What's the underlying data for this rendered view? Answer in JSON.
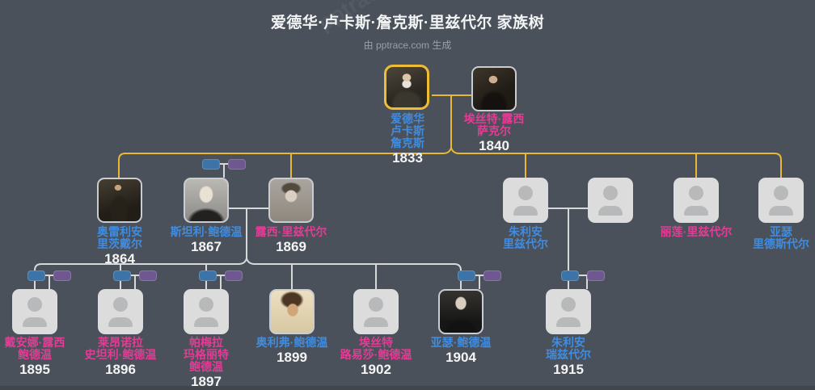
{
  "header": {
    "title": "爱德华·卢卡斯·詹克斯·里兹代尔 家族树",
    "subtitle": "由 pptrace.com 生成",
    "watermark": "pptrace.com"
  },
  "colors": {
    "background": "#4a515a",
    "male_name": "#3f8ce0",
    "female_name": "#e43c96",
    "year_text": "#f4f4f4",
    "root_highlight_border": "#eebc35",
    "root_family_line": "#e9b735",
    "line": "#d6d8da",
    "mini_male": "#3d74a8",
    "mini_female": "#6f5890",
    "placeholder": "#dcdcdc"
  },
  "people": {
    "edward": {
      "l1": "爱德华",
      "l2": "卢卡斯",
      "l3": "詹克斯",
      "year": "1833"
    },
    "esther_lucy": {
      "l1": "埃丝特·露西",
      "l2": "萨克尔",
      "year": "1840"
    },
    "aurelian": {
      "l1": "奥雷利安",
      "l2": "里茨戴尔",
      "year": "1864"
    },
    "stanley": {
      "l1": "斯坦利·鲍德温",
      "year": "1867"
    },
    "lucy": {
      "l1": "露西·里兹代尔",
      "year": "1869"
    },
    "julian": {
      "l1": "朱利安",
      "l2": "里兹代尔"
    },
    "lilian": {
      "l1": "丽莲·里兹代尔"
    },
    "arthur_ridsdale": {
      "l1": "亚瑟",
      "l2": "里德斯代尔"
    },
    "diana": {
      "l1": "戴安娜·露西",
      "l2": "鲍德温",
      "year": "1895"
    },
    "leonora": {
      "l1": "莱昂诺拉",
      "l2": "史坦利·鲍德温",
      "year": "1896"
    },
    "pamela": {
      "l1": "帕梅拉",
      "l2": "玛格丽特",
      "l3": "鲍德温",
      "year": "1897"
    },
    "oliver": {
      "l1": "奥利弗·鲍德温",
      "year": "1899"
    },
    "esther_louisa": {
      "l1": "埃丝特",
      "l2": "路易莎·鲍德温",
      "year": "1902"
    },
    "arthur_baldwin": {
      "l1": "亚瑟·鲍德温",
      "year": "1904"
    },
    "julian_ridsdale": {
      "l1": "朱利安",
      "l2": "瑞兹代尔",
      "year": "1915"
    }
  }
}
